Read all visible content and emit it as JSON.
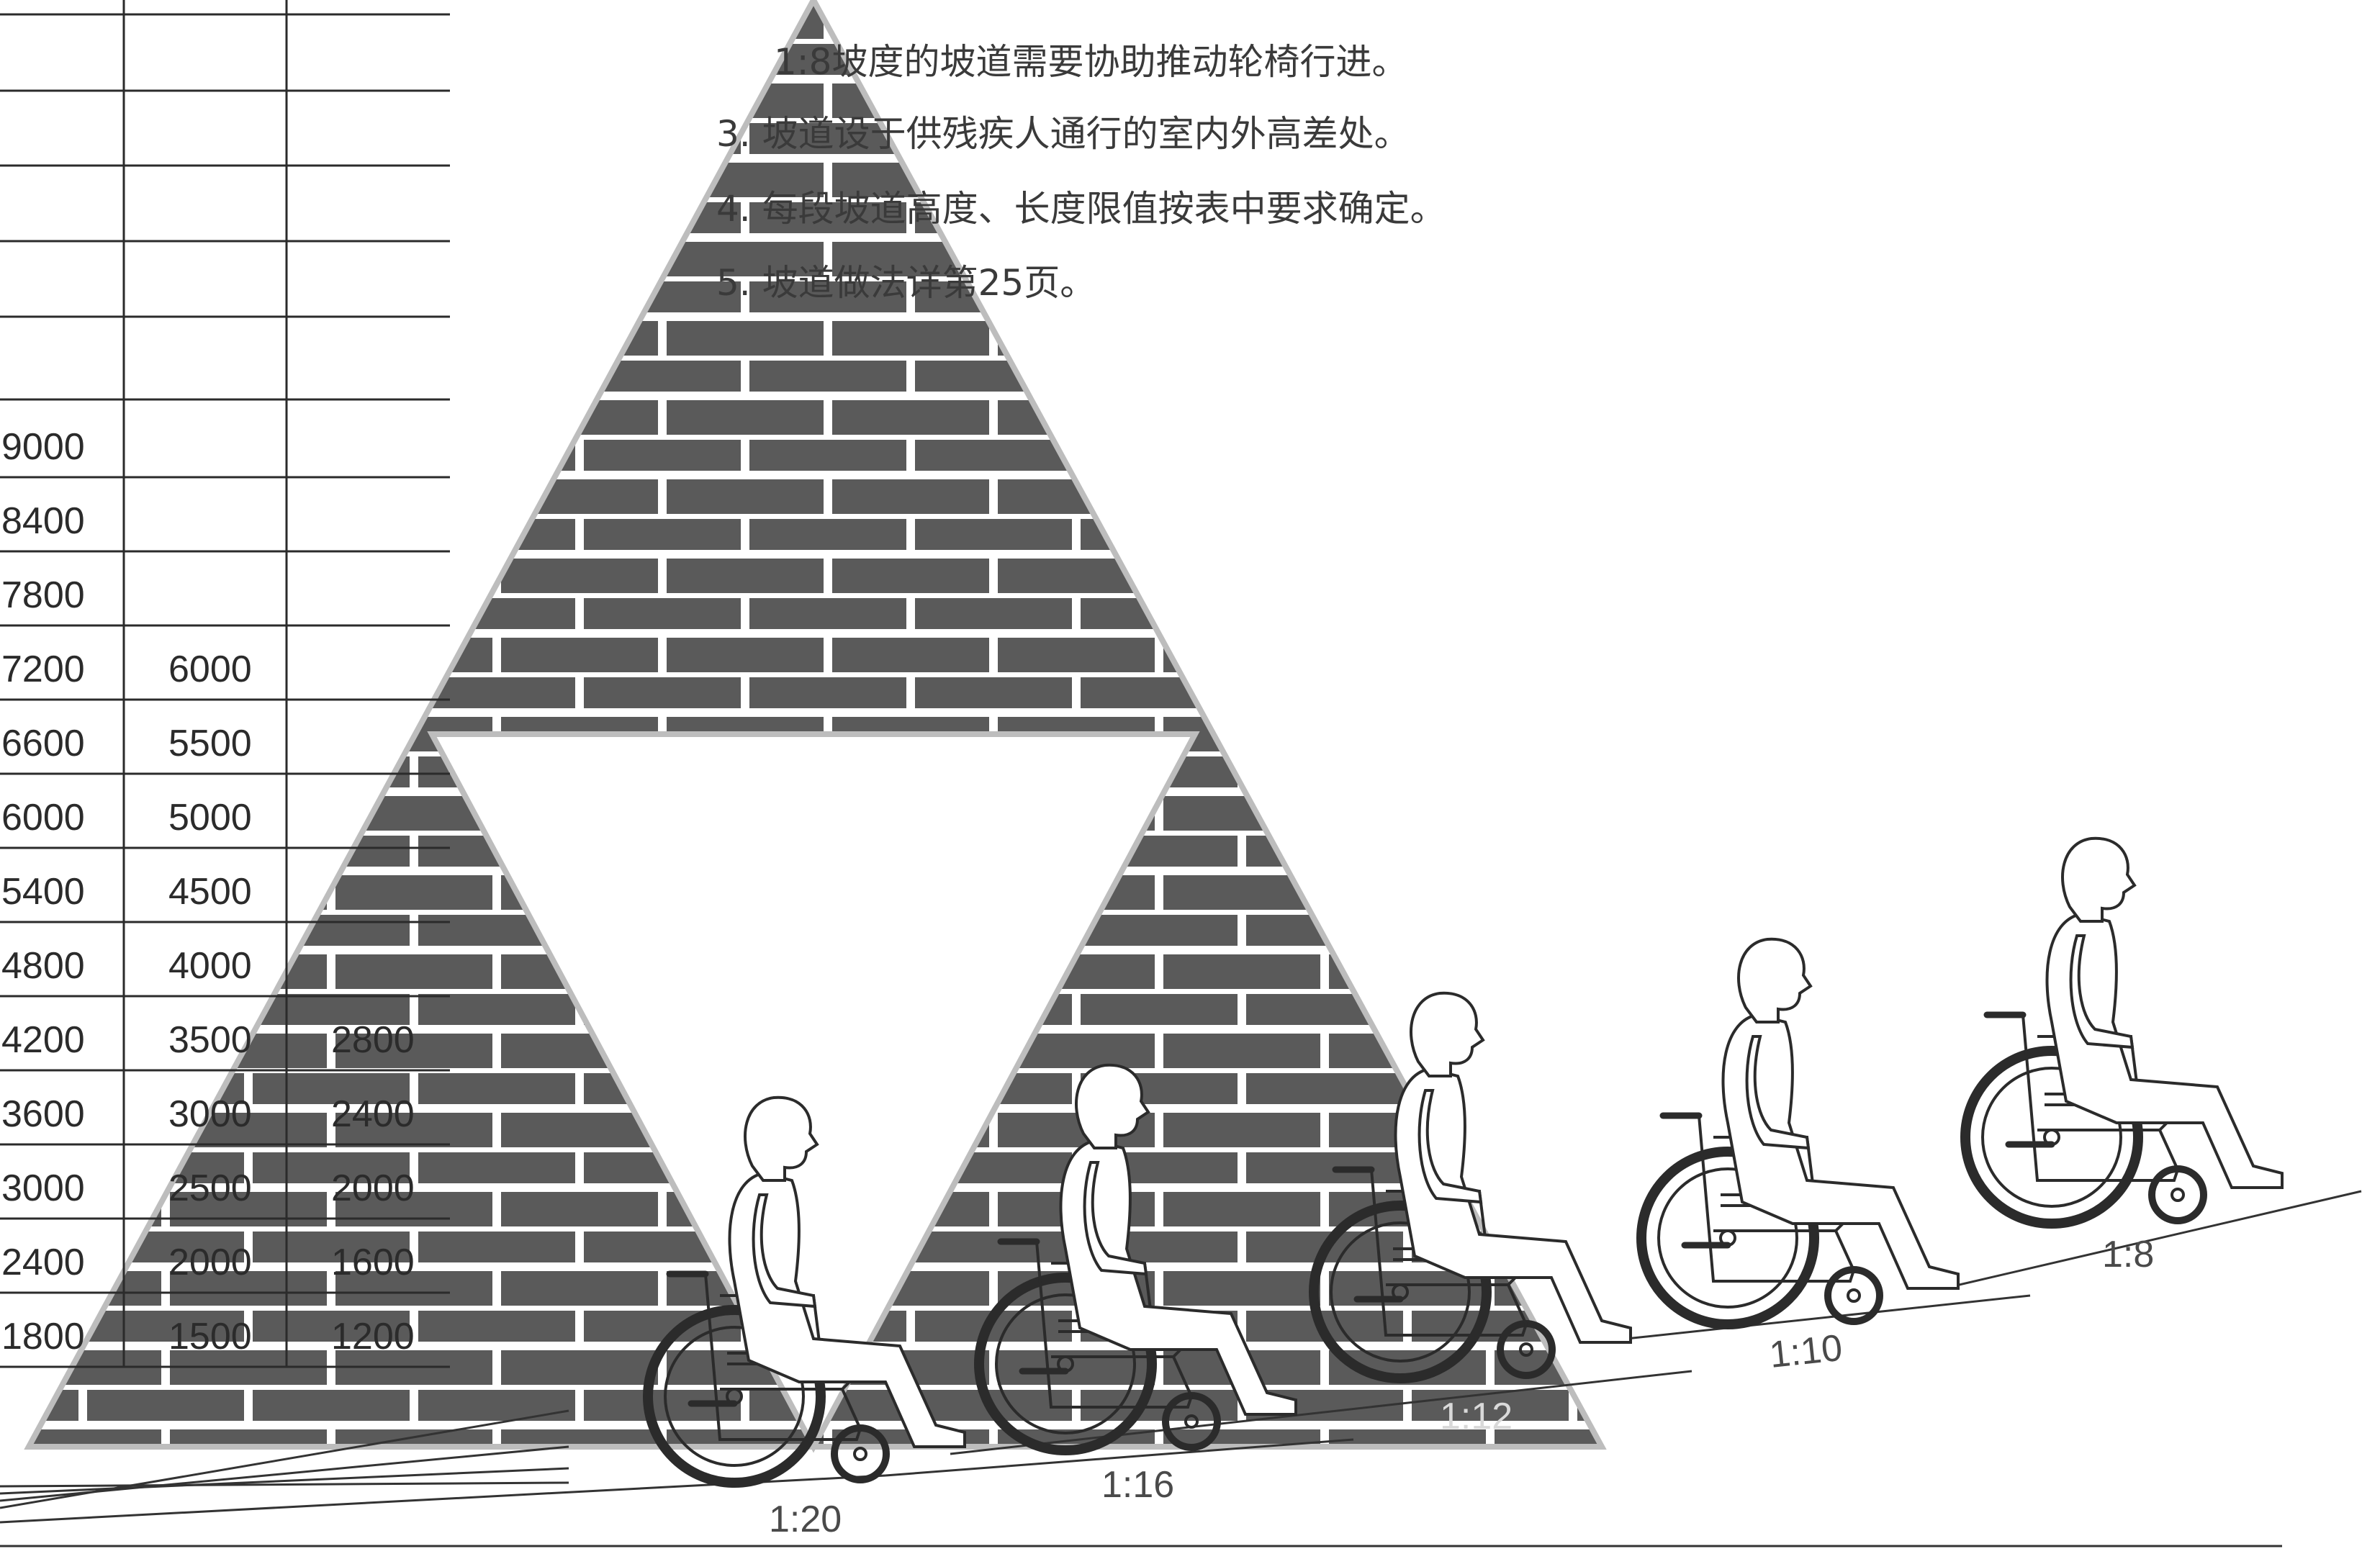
{
  "notes": [
    "1:8坡度的坡道需要协助推动轮椅行进。",
    "3. 坡道设于供残疾人通行的室内外高差处。",
    "4. 每段坡道高度、长度限值按表中要求确定。",
    "5. 坡道做法详第25页。"
  ],
  "table": {
    "rows": [
      [
        "9000",
        "",
        ""
      ],
      [
        "8400",
        "",
        ""
      ],
      [
        "7800",
        "",
        ""
      ],
      [
        "7200",
        "6000",
        ""
      ],
      [
        "6600",
        "5500",
        ""
      ],
      [
        "6000",
        "5000",
        ""
      ],
      [
        "5400",
        "4500",
        ""
      ],
      [
        "4800",
        "4000",
        ""
      ],
      [
        "4200",
        "3500",
        "2800"
      ],
      [
        "3600",
        "3000",
        "2400"
      ],
      [
        "3000",
        "2500",
        "2000"
      ],
      [
        "2400",
        "2000",
        "1600"
      ],
      [
        "1800",
        "1500",
        "1200"
      ]
    ]
  },
  "slopes": [
    "1:20",
    "1:16",
    "1:12",
    "1:10",
    "1:8"
  ],
  "colors": {
    "brick": "#5a5a5a",
    "mortar": "#ffffff",
    "line": "#2b2b2b"
  }
}
